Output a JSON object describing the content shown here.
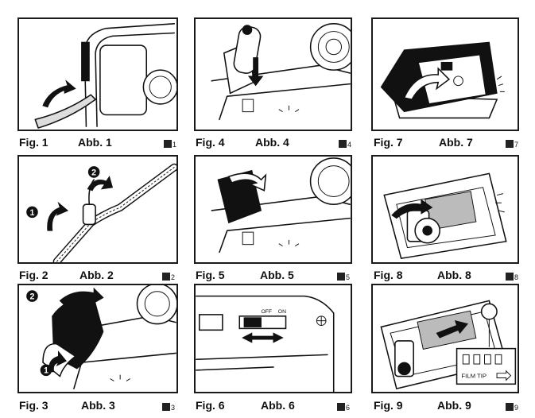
{
  "figures": [
    {
      "fig": "Fig. 1",
      "abb": "Abb. 1",
      "ref": "1"
    },
    {
      "fig": "Fig. 4",
      "abb": "Abb. 4",
      "ref": "4"
    },
    {
      "fig": "Fig. 7",
      "abb": "Abb. 7",
      "ref": "7"
    },
    {
      "fig": "Fig. 2",
      "abb": "Abb. 2",
      "ref": "2"
    },
    {
      "fig": "Fig. 5",
      "abb": "Abb. 5",
      "ref": "5"
    },
    {
      "fig": "Fig. 8",
      "abb": "Abb. 8",
      "ref": "8"
    },
    {
      "fig": "Fig. 3",
      "abb": "Abb. 3",
      "ref": "3"
    },
    {
      "fig": "Fig. 6",
      "abb": "Abb. 6",
      "ref": "6"
    },
    {
      "fig": "Fig. 9",
      "abb": "Abb. 9",
      "ref": "9"
    }
  ],
  "step_markers": {
    "one": "1",
    "two": "2"
  },
  "switch_labels": {
    "off": "OFF",
    "on": "ON"
  },
  "film_tip_label": "FILM TIP"
}
